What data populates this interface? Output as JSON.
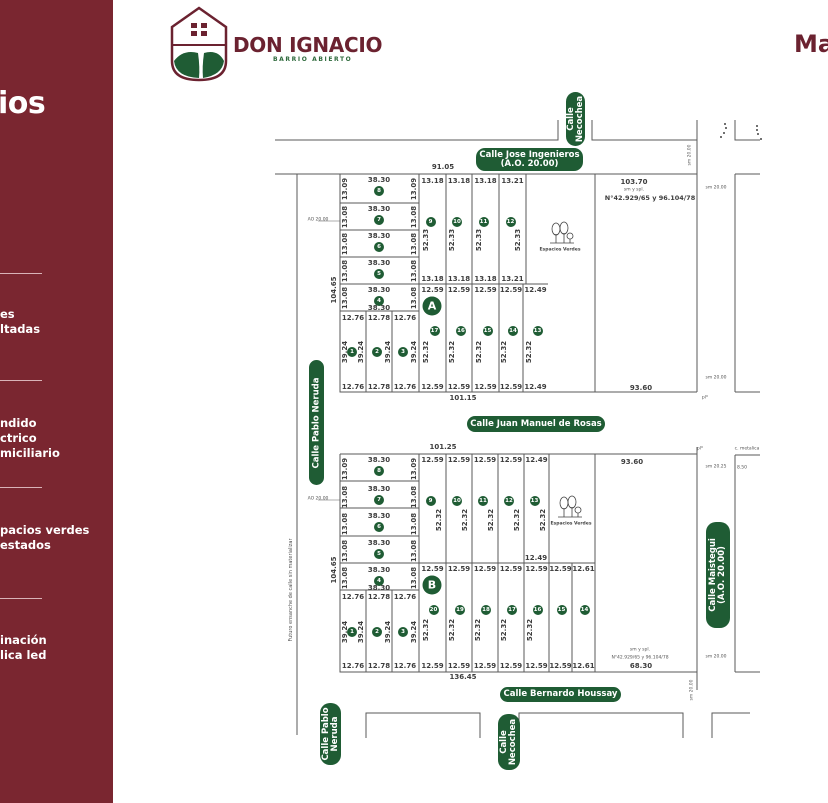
{
  "sidebar": {
    "heading": "ios",
    "features": [
      "es\nltadas",
      "ndido\nctrico\nmiciliario",
      "pacios verdes\nestados",
      "inación\nlica led"
    ]
  },
  "logo": {
    "name": "DON IGNACIO",
    "tagline": "BARRIO ABIERTO"
  },
  "header_right": "Ma",
  "colors": {
    "brand_maroon": "#7a2630",
    "brand_green": "#1f5c34"
  },
  "streets": {
    "jose_ingenieros": "Calle Jose Ingenieros\n(A.O. 20.00)",
    "necochea_top": "Calle\nNecochea",
    "pablo_neruda_left": "Calle Pablo Neruda",
    "juan_manuel_de_rosas": "Calle Juan Manuel de Rosas",
    "maistegui": "Calle Maistegui\n(A.O. 20.00)",
    "bernardo_houssay": "Calle Bernardo Houssay",
    "pablo_neruda_bottom": "Calle Pablo\nNeruda",
    "necochea_bottom": "Calle\nNecochea",
    "future_widening": "Futuro ensanche de calle sin materializar"
  },
  "block_a": {
    "letter": "A",
    "top_dim": "91.05",
    "bottom_dim": "101.15",
    "side_dim": "104.65",
    "ao": "AO 20.00",
    "left_lots": [
      {
        "n": "8",
        "w": "38.30",
        "l": "13.09",
        "r": "13.09"
      },
      {
        "n": "7",
        "w": "38.30",
        "l": "13.08",
        "r": "13.08"
      },
      {
        "n": "6",
        "w": "38.30",
        "l": "13.08",
        "r": "13.08"
      },
      {
        "n": "5",
        "w": "38.30",
        "l": "13.08",
        "r": "13.08"
      },
      {
        "n": "4",
        "w": "38.30",
        "l": "13.08",
        "r": "13.08",
        "w2": "38.30"
      }
    ],
    "corner_lots": [
      {
        "n": "1",
        "top": "12.76",
        "bottom": "12.76",
        "depth": "39.24"
      },
      {
        "n": "2",
        "top": "12.78",
        "bottom": "12.78",
        "depth": "39.24"
      },
      {
        "n": "3",
        "top": "12.76",
        "bottom": "12.76",
        "depth": "39.24"
      }
    ],
    "upper_lots": [
      {
        "n": "9",
        "top": "13.18",
        "bottom": "13.18",
        "depth": "52.33"
      },
      {
        "n": "10",
        "top": "13.18",
        "bottom": "13.18",
        "depth": "52.33"
      },
      {
        "n": "11",
        "top": "13.18",
        "bottom": "13.18",
        "depth": "52.33"
      },
      {
        "n": "12",
        "top": "13.21",
        "bottom": "13.21",
        "depth": "52.33"
      }
    ],
    "lower_lots": [
      {
        "n": "17",
        "top": "12.59",
        "bottom": "12.59",
        "depth": "52.32"
      },
      {
        "n": "16",
        "top": "12.59",
        "bottom": "12.59",
        "depth": "52.32"
      },
      {
        "n": "15",
        "top": "12.59",
        "bottom": "12.59",
        "depth": "52.32"
      },
      {
        "n": "14",
        "top": "12.59",
        "bottom": "12.59",
        "depth": "52.32"
      },
      {
        "n": "13",
        "top": "12.49",
        "bottom": "12.49",
        "depth": "52.32"
      }
    ],
    "green_space": "Espacios Verdes",
    "parcel": {
      "front": "103.70",
      "note": "sm y spl.",
      "cadastre": "N°42.929/65 y 96.104/78",
      "back": "93.60"
    },
    "setback_top": "sm 20.00",
    "setback_mid": "sm 20.00",
    "setback_low": "sm 20.00",
    "pl": "pl*"
  },
  "block_b": {
    "letter": "B",
    "top_dim": "101.25",
    "bottom_dim": "136.45",
    "side_dim": "104.65",
    "ao": "AO 20.00",
    "left_lots": [
      {
        "n": "8",
        "w": "38.30",
        "l": "13.09",
        "r": "13.09"
      },
      {
        "n": "7",
        "w": "38.30",
        "l": "13.08",
        "r": "13.08"
      },
      {
        "n": "6",
        "w": "38.30",
        "l": "13.08",
        "r": "13.08"
      },
      {
        "n": "5",
        "w": "38.30",
        "l": "13.08",
        "r": "13.08"
      },
      {
        "n": "4",
        "w": "38.30",
        "l": "13.08",
        "r": "13.08",
        "w2": "38.30"
      }
    ],
    "corner_lots": [
      {
        "n": "1",
        "top": "12.76",
        "bottom": "12.76",
        "depth": "39.24"
      },
      {
        "n": "2",
        "top": "12.78",
        "bottom": "12.78",
        "depth": "39.24"
      },
      {
        "n": "3",
        "top": "12.76",
        "bottom": "12.76",
        "depth": "39.24"
      }
    ],
    "upper_lots": [
      {
        "n": "9",
        "top": "12.59",
        "depth": "52.32"
      },
      {
        "n": "10",
        "top": "12.59",
        "depth": "52.32"
      },
      {
        "n": "11",
        "top": "12.59",
        "depth": "52.32"
      },
      {
        "n": "12",
        "top": "12.59",
        "depth": "52.32"
      },
      {
        "n": "13",
        "top": "12.49",
        "bottom": "12.49",
        "depth": "52.32"
      }
    ],
    "lower_lots": [
      {
        "n": "20",
        "top": "12.59",
        "bottom": "12.59",
        "depth": "52.32"
      },
      {
        "n": "19",
        "top": "12.59",
        "bottom": "12.59",
        "depth": "52.32"
      },
      {
        "n": "18",
        "top": "12.59",
        "bottom": "12.59",
        "depth": "52.32"
      },
      {
        "n": "17",
        "top": "12.59",
        "bottom": "12.59",
        "depth": "52.32"
      },
      {
        "n": "16",
        "top": "12.59",
        "bottom": "12.59",
        "depth": "52.32"
      },
      {
        "n": "15",
        "top": "12.59",
        "bottom": "12.59"
      },
      {
        "n": "14",
        "top": "12.61",
        "bottom": "12.61"
      }
    ],
    "green_space": "Espacios Verdes",
    "parcel": {
      "front": "93.60",
      "note": "sm y spl.",
      "cadastre": "N°42.929/65 y 96.104/78",
      "back": "68.30"
    },
    "setback_top": "sm 20.25",
    "setback_low": "sm 20.00",
    "setback_street": "sm 20.00",
    "pl": "pl*",
    "fence": "c. metalica",
    "fence_dim": "8.50"
  }
}
